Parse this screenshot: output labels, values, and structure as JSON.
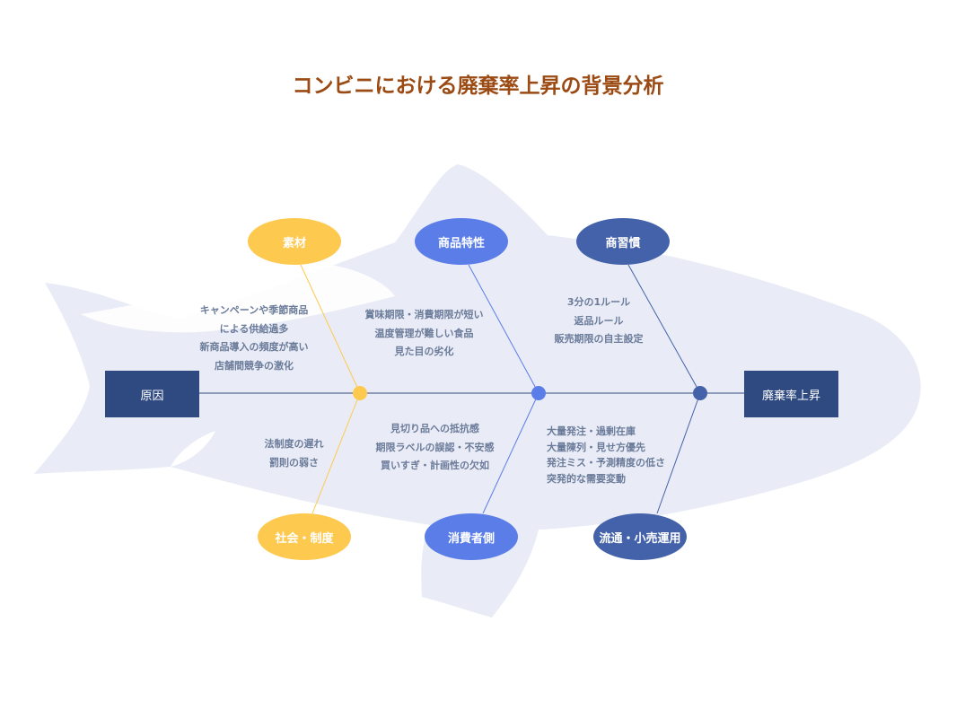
{
  "title": "コンビニにおける廃棄率上昇の背景分析",
  "cause_box": "原因",
  "effect_box": "廃棄率上昇",
  "colors": {
    "yellow": "#fdc94f",
    "blue": "#5b7de8",
    "navy": "#4462aa",
    "box": "#2f4a80",
    "fish": "#e9ecf6"
  },
  "categories": {
    "material": {
      "label": "素材",
      "notes": [
        "キャンペーンや季節商品",
        "による供給過多",
        "新商品導入の頻度が高い",
        "店舗間競争の激化"
      ]
    },
    "product": {
      "label": "商品特性",
      "notes": [
        "賞味期限・消費期限が短い",
        "温度管理が難しい食品",
        "見た目の劣化"
      ]
    },
    "custom": {
      "label": "商習慣",
      "notes": [
        "3分の1ルール",
        "返品ルール",
        "販売期限の自主設定"
      ]
    },
    "society": {
      "label": "社会・制度",
      "notes": [
        "法制度の遅れ",
        "罰則の弱さ"
      ]
    },
    "consumer": {
      "label": "消費者側",
      "notes": [
        "見切り品への抵抗感",
        "期限ラベルの誤認・不安感",
        "買いすぎ・計画性の欠如"
      ]
    },
    "retail": {
      "label": "流通・小売運用",
      "notes": [
        "大量発注・過剰在庫",
        "大量陳列・見せ方優先",
        "発注ミス・予測精度の低さ",
        "突発的な需要変動"
      ]
    }
  }
}
